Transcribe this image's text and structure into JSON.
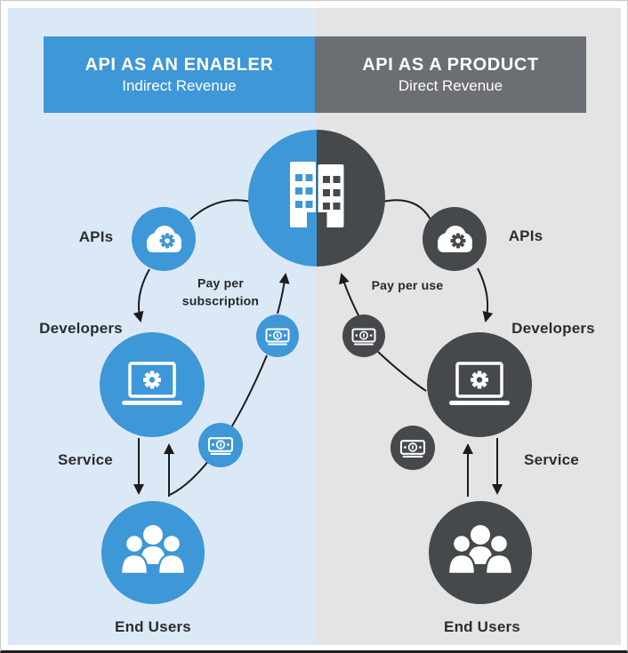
{
  "headers": {
    "left": {
      "title": "API AS AN ENABLER",
      "subtitle": "Indirect Revenue"
    },
    "right": {
      "title": "API AS A PRODUCT",
      "subtitle": "Direct Revenue"
    }
  },
  "left_side": {
    "apis_label": "APIs",
    "developers_label": "Developers",
    "service_label": "Service",
    "end_users_label": "End Users",
    "payment_label": "Pay per subscription"
  },
  "right_side": {
    "apis_label": "APIs",
    "developers_label": "Developers",
    "service_label": "Service",
    "end_users_label": "End Users",
    "payment_label": "Pay per use"
  },
  "icons": {
    "company": "building-icon",
    "apis": "cloud-gear-icon",
    "developers": "laptop-gear-icon",
    "end_users": "users-group-icon",
    "payment": "banknote-icon"
  },
  "colors": {
    "enabler_blue": "#3E97D6",
    "product_dark": "#46494C",
    "product_header_gray": "#6B6F73",
    "left_background": "#DBE9F7",
    "right_background": "#E4E4E5",
    "arrow_black": "#1C1C1C",
    "label_text": "#2B2D30",
    "header_text": "#FFFFFF"
  }
}
